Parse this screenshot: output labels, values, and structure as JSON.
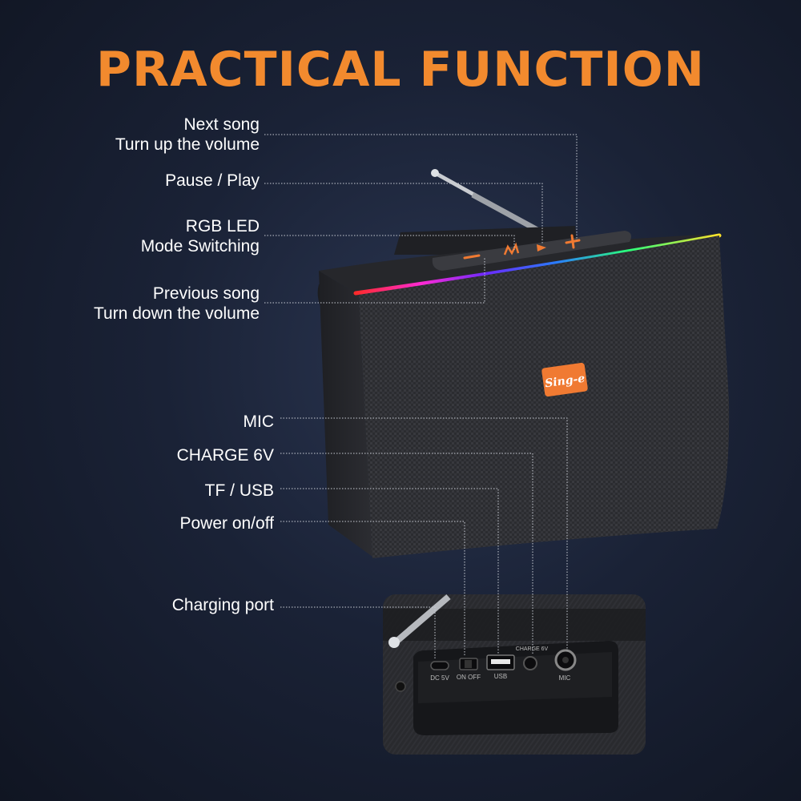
{
  "title": "PRACTICAL FUNCTION",
  "brand_logo": "Sing-e",
  "labels": {
    "next_song": [
      "Next song",
      "Turn up the volume"
    ],
    "pause_play": "Pause / Play",
    "rgb_led": [
      "RGB LED",
      "Mode Switching"
    ],
    "previous_song": [
      "Previous song",
      "Turn down the volume"
    ],
    "mic": "MIC",
    "charge": "CHARGE 6V",
    "tf_usb": "TF / USB",
    "power": "Power on/off",
    "charging_port": "Charging port"
  },
  "port_panel": {
    "dc": "DC 5V",
    "switch": "ON OFF",
    "usb": "USB",
    "charge": "CHARGE 6V",
    "mic": "MIC"
  },
  "colors": {
    "title": "#f28a2e",
    "accent": "#f07a32",
    "background": "#1a2236"
  }
}
